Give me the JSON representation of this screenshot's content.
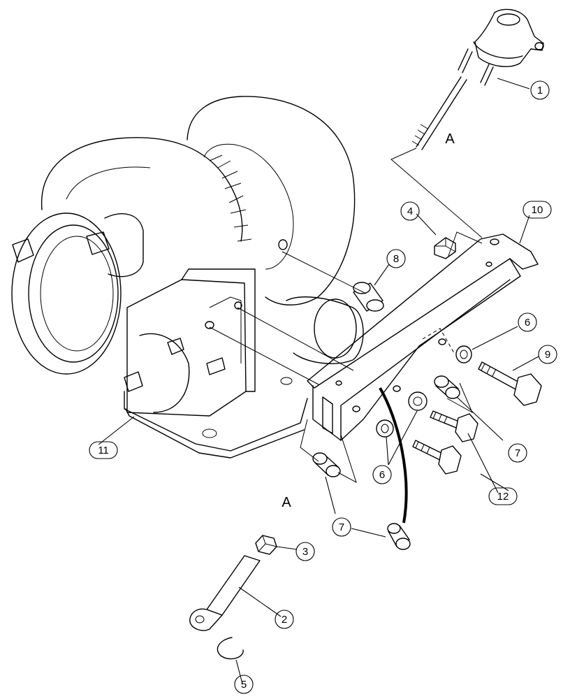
{
  "view_letters": [
    {
      "id": "A-top",
      "text": "A"
    },
    {
      "id": "A-bottom",
      "text": "A"
    }
  ],
  "callouts": [
    {
      "id": "c1",
      "number": "1"
    },
    {
      "id": "c2",
      "number": "2"
    },
    {
      "id": "c3",
      "number": "3"
    },
    {
      "id": "c4",
      "number": "4"
    },
    {
      "id": "c5",
      "number": "5"
    },
    {
      "id": "c6a",
      "number": "6"
    },
    {
      "id": "c6b",
      "number": "6"
    },
    {
      "id": "c7a",
      "number": "7"
    },
    {
      "id": "c7b",
      "number": "7"
    },
    {
      "id": "c8",
      "number": "8"
    },
    {
      "id": "c9",
      "number": "9"
    },
    {
      "id": "c10",
      "number": "10"
    },
    {
      "id": "c11",
      "number": "11"
    },
    {
      "id": "c12",
      "number": "12"
    }
  ]
}
